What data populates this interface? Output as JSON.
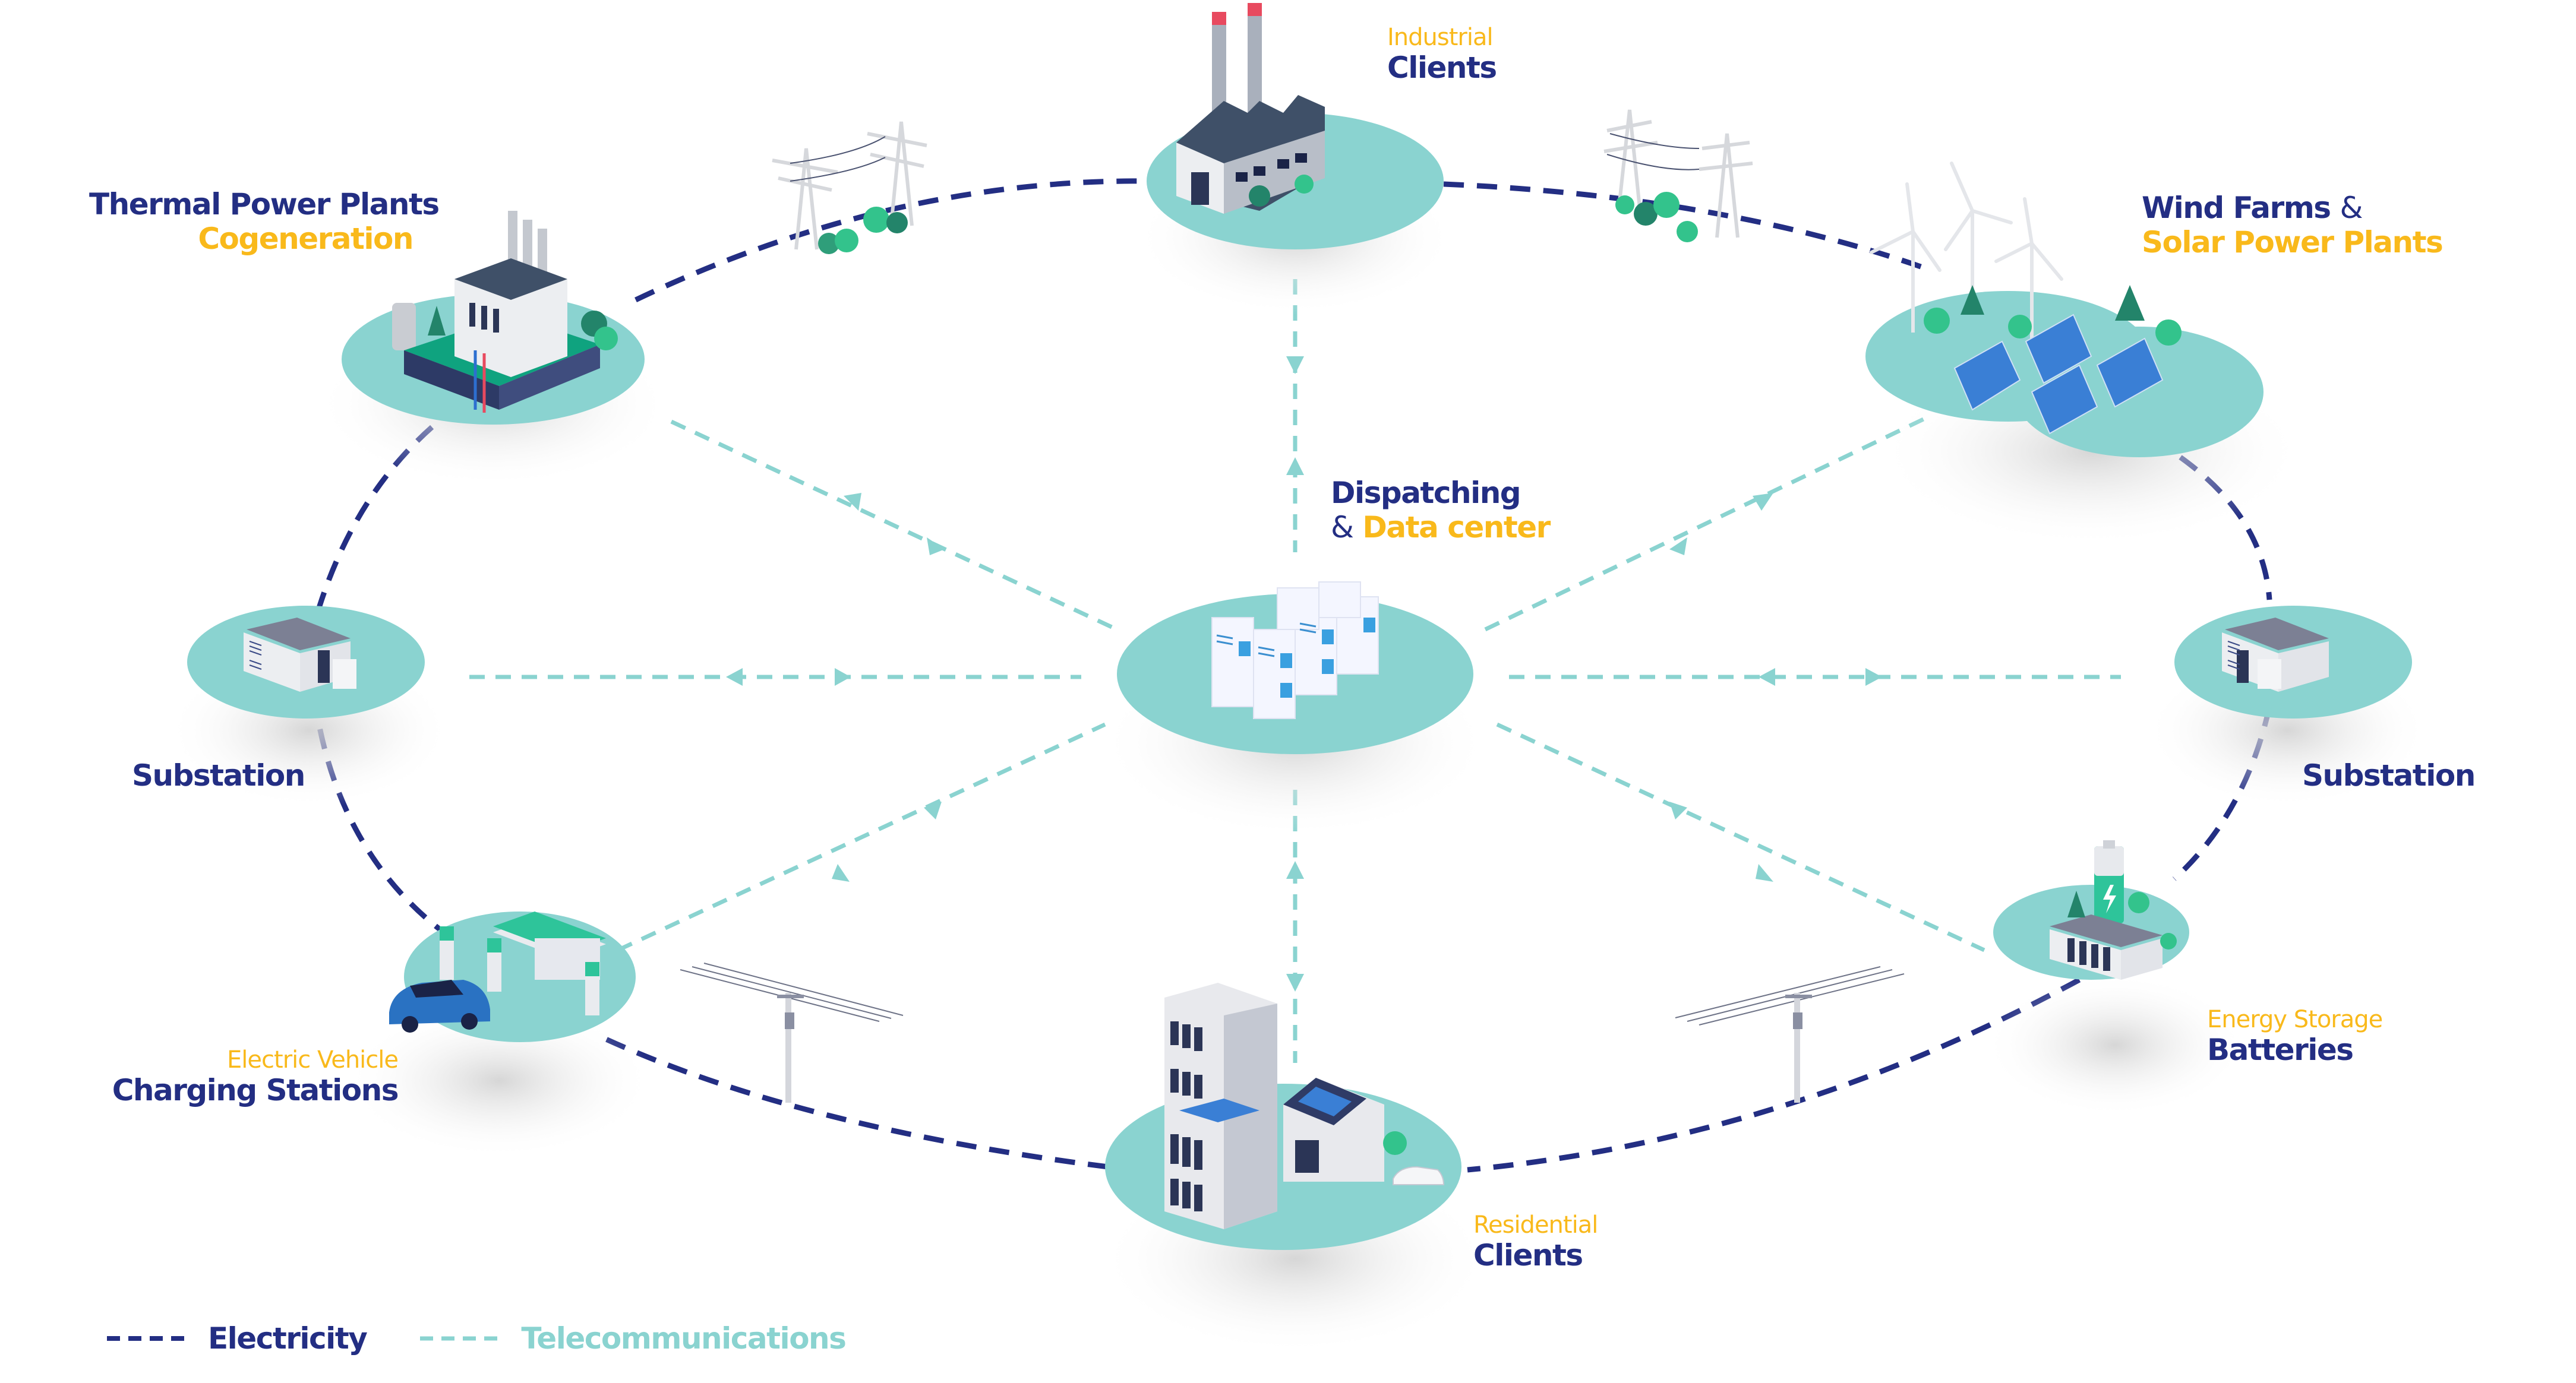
{
  "colors": {
    "electricity": "#232E83",
    "telecom": "#8AD3D0",
    "node_platform": "#8AD3D0",
    "accent_yellow": "#F9B91B",
    "navy": "#232E83"
  },
  "nodes": {
    "industrial": {
      "sub": "Industrial",
      "main": "Clients",
      "icon": "factory-icon"
    },
    "thermal": {
      "main": "Thermal Power Plants",
      "sub": "Cogeneration",
      "icon": "power-plant-icon"
    },
    "wind_solar": {
      "main": "Wind Farms",
      "amp": "&",
      "sub": "Solar Power Plants",
      "icon": "wind-solar-icon"
    },
    "dispatching": {
      "main": "Dispatching",
      "amp": "&",
      "accent": "Data center",
      "icon": "server-rack-icon"
    },
    "substation_left": {
      "main": "Substation",
      "icon": "substation-icon"
    },
    "substation_right": {
      "main": "Substation",
      "icon": "substation-icon"
    },
    "ev_charging": {
      "sub": "Electric Vehicle",
      "main": "Charging Stations",
      "icon": "ev-charger-icon"
    },
    "residential": {
      "sub": "Residential",
      "main": "Clients",
      "icon": "building-icon"
    },
    "storage": {
      "sub": "Energy Storage",
      "main": "Batteries",
      "icon": "battery-icon"
    }
  },
  "decorations": {
    "pylons_left": "transmission-tower-icon",
    "pylons_right": "transmission-tower-icon",
    "pole_left": "utility-pole-icon",
    "pole_right": "utility-pole-icon"
  },
  "legend": {
    "electricity": "Electricity",
    "telecom": "Telecommunications"
  }
}
